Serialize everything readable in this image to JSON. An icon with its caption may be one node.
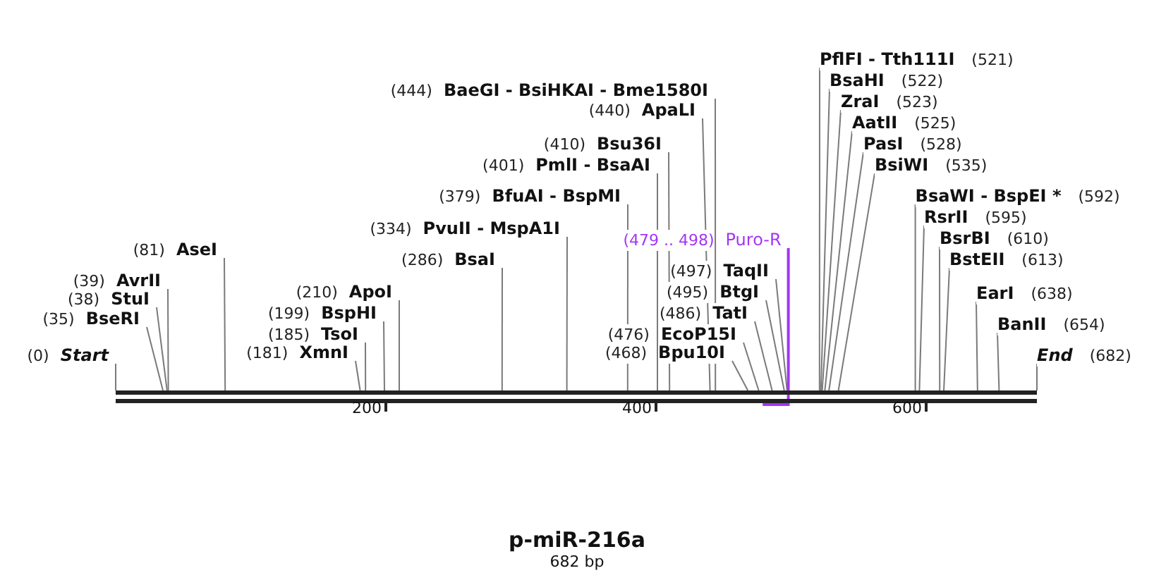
{
  "diagram": {
    "title": "p-miR-216a",
    "caption": "682 bp",
    "nodes": [
      {
        "text": [
          "(0)",
          "Start"
        ]
      },
      {
        "text": [
          "(35)",
          "BseRI"
        ]
      },
      {
        "text": [
          "(38)",
          "StuI"
        ]
      },
      {
        "text": [
          "(39)",
          "AvrII"
        ]
      },
      {
        "text": [
          "(81)",
          "AseI"
        ]
      },
      {
        "text": [
          "(181)",
          "XmnI"
        ]
      },
      {
        "text": [
          "(185)",
          "TsoI"
        ]
      },
      {
        "text": [
          "(199)",
          "BspHI"
        ]
      },
      {
        "text": [
          "(210)",
          "ApoI"
        ]
      },
      {
        "text": [
          "(286)",
          "BsaI"
        ]
      },
      {
        "text": [
          "(334)",
          "PvuII - MspA1I"
        ]
      },
      {
        "text": [
          "(379)",
          "BfuAI - BspMI"
        ]
      },
      {
        "text": [
          "(401)",
          "PmlI - BsaAI"
        ]
      },
      {
        "text": [
          "(410)",
          "Bsu36I"
        ]
      },
      {
        "text": [
          "(444)",
          "BaeGI - BsiHKAI - Bme1580I"
        ]
      },
      {
        "text": [
          "(440)",
          "ApaLI"
        ]
      },
      {
        "text": [
          "(468)",
          "Bpu10I"
        ]
      },
      {
        "text": [
          "(476)",
          "EcoP15I"
        ]
      },
      {
        "text": [
          "(486)",
          "TatI"
        ]
      },
      {
        "text": [
          "(495)",
          "BtgI"
        ]
      },
      {
        "text": [
          "(497)",
          "TaqII"
        ]
      },
      {
        "text": [
          "(479 .. 498)",
          "Puro-R"
        ]
      },
      {
        "text": [
          "PflFI - Tth111I",
          "(521)"
        ]
      },
      {
        "text": [
          "BsaHI",
          "(522)"
        ]
      },
      {
        "text": [
          "ZraI",
          "(523)"
        ]
      },
      {
        "text": [
          "AatII",
          "(525)"
        ]
      },
      {
        "text": [
          "PasI",
          "(528)"
        ]
      },
      {
        "text": [
          "BsiWI",
          "(535)"
        ]
      },
      {
        "text": [
          "BsaWI - BspEI *",
          "(592)"
        ]
      },
      {
        "text": [
          "RsrII",
          "(595)"
        ]
      },
      {
        "text": [
          "BsrBI",
          "(610)"
        ]
      },
      {
        "text": [
          "BstEII",
          "(613)"
        ]
      },
      {
        "text": [
          "EarI",
          "(638)"
        ]
      },
      {
        "text": [
          "BanII",
          "(654)"
        ]
      },
      {
        "text": [
          "End",
          "(682)"
        ]
      },
      {
        "text": [],
        "shape": "bar"
      }
    ],
    "edges": [
      {
        "from": 0,
        "to": 35,
        "arrow": "none"
      },
      {
        "from": 1,
        "to": 35,
        "arrow": "none"
      },
      {
        "from": 2,
        "to": 35,
        "arrow": "none"
      },
      {
        "from": 3,
        "to": 35,
        "arrow": "none"
      },
      {
        "from": 4,
        "to": 35,
        "arrow": "none"
      },
      {
        "from": 5,
        "to": 35,
        "arrow": "none"
      },
      {
        "from": 6,
        "to": 35,
        "arrow": "none"
      },
      {
        "from": 7,
        "to": 35,
        "arrow": "none"
      },
      {
        "from": 8,
        "to": 35,
        "arrow": "none"
      },
      {
        "from": 9,
        "to": 35,
        "arrow": "none"
      },
      {
        "from": 10,
        "to": 35,
        "arrow": "none"
      },
      {
        "from": 11,
        "to": 35,
        "arrow": "none"
      },
      {
        "from": 12,
        "to": 35,
        "arrow": "none"
      },
      {
        "from": 13,
        "to": 35,
        "arrow": "none"
      },
      {
        "from": 14,
        "to": 35,
        "arrow": "none"
      },
      {
        "from": 15,
        "to": 35,
        "arrow": "none"
      },
      {
        "from": 16,
        "to": 35,
        "arrow": "none"
      },
      {
        "from": 17,
        "to": 35,
        "arrow": "none"
      },
      {
        "from": 18,
        "to": 35,
        "arrow": "none"
      },
      {
        "from": 19,
        "to": 35,
        "arrow": "none"
      },
      {
        "from": 20,
        "to": 35,
        "arrow": "none"
      },
      {
        "from": 21,
        "to": 35,
        "arrow": "none",
        "color": "#a335f5"
      },
      {
        "from": 22,
        "to": 35,
        "arrow": "none"
      },
      {
        "from": 23,
        "to": 35,
        "arrow": "none"
      },
      {
        "from": 24,
        "to": 35,
        "arrow": "none"
      },
      {
        "from": 25,
        "to": 35,
        "arrow": "none"
      },
      {
        "from": 26,
        "to": 35,
        "arrow": "none"
      },
      {
        "from": 27,
        "to": 35,
        "arrow": "none"
      },
      {
        "from": 28,
        "to": 35,
        "arrow": "none"
      },
      {
        "from": 29,
        "to": 35,
        "arrow": "none"
      },
      {
        "from": 30,
        "to": 35,
        "arrow": "none"
      },
      {
        "from": 31,
        "to": 35,
        "arrow": "none"
      },
      {
        "from": 32,
        "to": 35,
        "arrow": "none"
      },
      {
        "from": 33,
        "to": 35,
        "arrow": "none"
      },
      {
        "from": 34,
        "to": 35,
        "arrow": "none"
      }
    ],
    "labels": [
      "200",
      "400",
      "600"
    ]
  }
}
